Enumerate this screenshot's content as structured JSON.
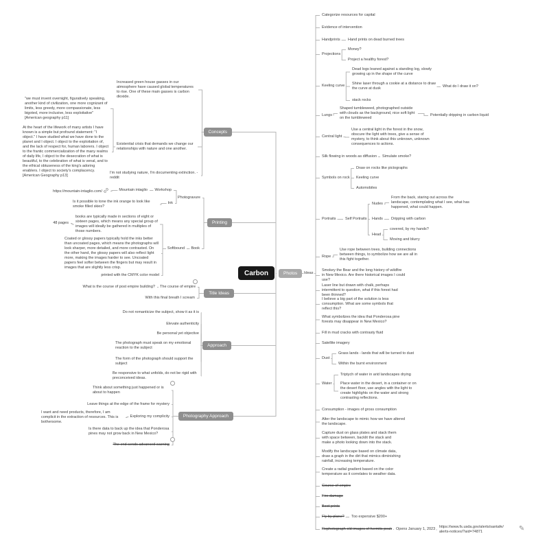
{
  "colors": {
    "node_gray": "#8f8f8f",
    "node_light_gray": "#a9a9a9",
    "node_black": "#191919",
    "line": "#b5b5b5",
    "text": "#3d3d3d"
  },
  "map": {
    "root": "Carbon",
    "photos": "Photos",
    "ideas": "Ideas",
    "right": {
      "categorize": "Categorize resources for capital",
      "evidence": "Evidence of intervention",
      "handprints": "Handprints",
      "handprints_note": "Hand prints on dead burned trees",
      "projections": "Projections",
      "money": "Money?",
      "healthy_forest": "Project a healthy forest?",
      "keeling_curve": "Keeling curve",
      "dead_logs": "Dead logs leaned against a standing log, slowly growing up in the shape of the curve",
      "shine_laser": "Shine laser through a cookie at a distance to draw the curve at dusk",
      "draw_on": "What do I draw it on?",
      "stack_rocks": "stack rocks",
      "lungs": "Lungs",
      "tumbleweed": "Shaped tumbleweed, photographed outside with clouds as the background, nice soft light on the tumbleweed",
      "dripping": "Potentially dripping in carbon liquid",
      "central_light": "Central light",
      "central_note": "Use a central light in the forest in the snow, obscure the light with trees, give a sense of mystery, to think about this unknown, unknown consequences to actions.",
      "silk": "Silk flowing in woods as diffusion",
      "simulate_smoke": "Simulate smoke?",
      "symbols_rock": "Symbols on rock",
      "pictographs": "Draw on rocks like pictographs",
      "keeling2": "Keeling curve",
      "automobiles": "Automobiles",
      "portraits": "Portraits",
      "self_portraits": "Self Portraits",
      "nudes": "Nudes",
      "nudes_note": "From the back, staring out across the landscape, contemplating what I see, what has happened, what could happen.",
      "hands": "Hands",
      "hands_note": "Dripping with carbon",
      "head": "Head",
      "covered": "covered, by my hands?",
      "blurry": "Moving and blurry",
      "rope": "Rope",
      "rope_note": "Use rope between trees, building connections between things, to symbolize how we are all in this fight together.",
      "smokey": "Smokey the Bear and the long history of wildfire in New Mexico. Are there historical images I could use?",
      "laser_chalk": "Laser line but drawn with chalk, perhaps intermittent to question, what if this forest had been thinned?",
      "less_consumption": "I believe a big part of the solution is less consumption. What are some symbols that reflect this?",
      "ponderosa": "What symbolizes the idea that Ponderosa pine forests may disappear in New Mexico?",
      "mud_cracks": "Fill in mud cracks with contrasty fluid",
      "satellite": "Satellite imagery",
      "dust": "Dust",
      "grass_lands": "Grass lands - lands that will be turned to dust",
      "burnt_env": "Within the burnt environment",
      "water": "Water",
      "triptych": "Triptych of water in arid landscapes drying",
      "place_water": "Place water in the desert, in a container or on the desert floor, use angles with the light to create highlights on the water and strong contrasting reflections.",
      "consumption": "Consumption - images of gross consumption",
      "alter": "Alter the landscape to mimic how we have altered the landscape.",
      "capture_dust": "Capture dust on glass plates and stack them with space between, backlit the stack and make a photo looking down into the stack.",
      "modify": "Modify the landscape based on climate data, draw a graph in the dirt that mimics diminishing rainfall, increasing temperature.",
      "radial": "Create a radial gradient based on the color temperature as it correlates to weather data.",
      "course_empire_done": "Course of empire",
      "fire_damage": "Fire damage",
      "boot_prints": "Boot prints",
      "fly_plane": "Fly by plane?",
      "too_expensive": "Too expensive $200+",
      "rephotograph": "Rephotograph old images of hermits peak",
      "opens": "Opens January 1, 2023",
      "usda_url": "https://www.fs.usda.gov/alerts/santafe/alerts-notices/?aid=74871"
    },
    "left": {
      "concepts": "Concepts",
      "increased": "Increased green house gasses in our atmosphere have caused global temperatures to rise. One of these main gasses is carbon dioxide.",
      "existential": "Existential crisis that demands we change our relationships with nature and one another.",
      "quote1": "\"we must invent overnight, figuratively speaking, another kind of civilization, one more cognizant of limits, less greedy, more compassionate, less bigoted, more inclusive, less exploitative\" [American geography p11]",
      "quote2": "At the heart of the lifework of many artists I have known is a simple but profound statement: \"I object.\" I have studied what we have done to the planet and I object. I object to the exploitation of, and the lack of respect for, human laborers. I object to the frantic commercialization of the many realms of daily life, I object to the desecration of what is beautiful, to the celebration of what is venal, and to the ethical obtuseness of the king's adoring enablers. I object to society's complacency. [American Geography p13]",
      "not_studying": "I'm not studying nature, I'm documenting extinction. - reddit",
      "printing": "Printing",
      "photogravure": "Photogravure",
      "workshop": "Workshop",
      "mountain": "Mountain intaglio",
      "intaglio_url": "https://mountain-intaglio.com/",
      "ink": "Ink",
      "ink_note": "Is it possible to tone the ink orange to look like smoke filled skies?",
      "book": "Book",
      "softbound": "Softbound",
      "sections": "books are typically made in sections of eight or sixteen pages, which means any special group of images will ideally be gathered in multiples of those numbers.",
      "pages48": "48 pages",
      "coated": "Coated or glossy papers typically hold the inks better than uncoated pages, which means the photographs will look sharper, more detailed, and more contrasted. On the other hand, the glossy papers will also reflect light more, making the images harder to see. Uncoated papers feel softer between the fingers but may result in images that are slightly less crisp.",
      "cmyk": "printed with the CMYK color model",
      "title_ideas": "Title Ideas",
      "course_empire": "The course of empire",
      "course_q": "What is the course of post empire building?",
      "final_breath": "With this final breath I scream",
      "approach": "Approach",
      "a1": "Do not romanticize the subject, show it as it is",
      "a2": "Elevate authenticity",
      "a3": "Be personal yet objective",
      "a4": "The photograph must speak on my emotional reaction to the subject",
      "a5": "The form of the photograph should support the subject",
      "a6": "Be responsive to what unfolds, do not be rigid with preconceived ideas.",
      "photo_approach": "Photography Approach",
      "pa1": "Think about something just happened or is about to happen",
      "pa2": "Leave things at the edge of the frame for mystery",
      "pa3": "Exploring my complicity",
      "pa3_note": "I want and need products, therefore, I am complicit in the extraction of resources. This is bothersome.",
      "pa4": "Is there data to back up the idea that Ponderosa pines may not grow back in New Mexico?",
      "pa5": "The end sends advanced warning"
    }
  }
}
